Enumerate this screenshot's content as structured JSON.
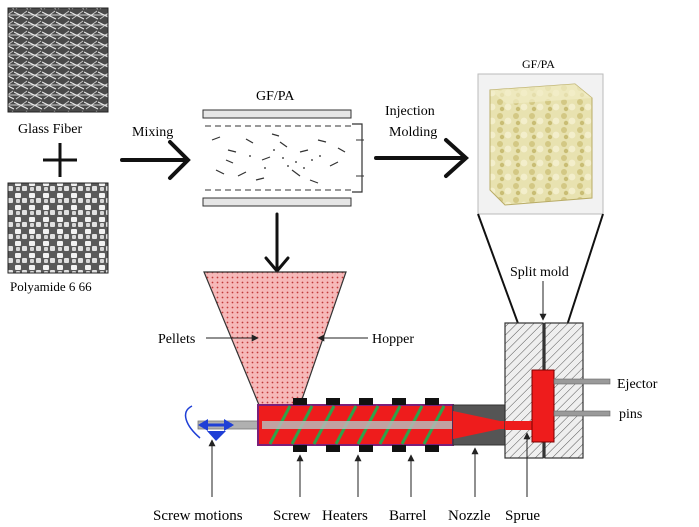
{
  "materials": {
    "glass_fiber": "Glass Fiber",
    "polyamide": "Polyamide 6  66"
  },
  "steps": {
    "mixing": "Mixing",
    "injection": "Injection",
    "molding": "Molding"
  },
  "composite_labels": {
    "mixer": "GF/PA",
    "cube": "GF/PA"
  },
  "machine_labels": {
    "pellets": "Pellets",
    "hopper": "Hopper",
    "split_mold": "Split mold",
    "ejector": "Ejector",
    "pins": "pins",
    "screw_motions": "Screw motions",
    "screw": "Screw",
    "heaters": "Heaters",
    "barrel": "Barrel",
    "nozzle": "Nozzle",
    "sprue": "Sprue"
  },
  "colors": {
    "melt_red": "#ee1c1c",
    "hopper_pink": "#f3a2a2",
    "screw_green": "#2fa24a",
    "rotation_blue": "#1f3fd6",
    "mold_grey": "#d9d9d9",
    "cube_amber": "#e6dca0"
  }
}
